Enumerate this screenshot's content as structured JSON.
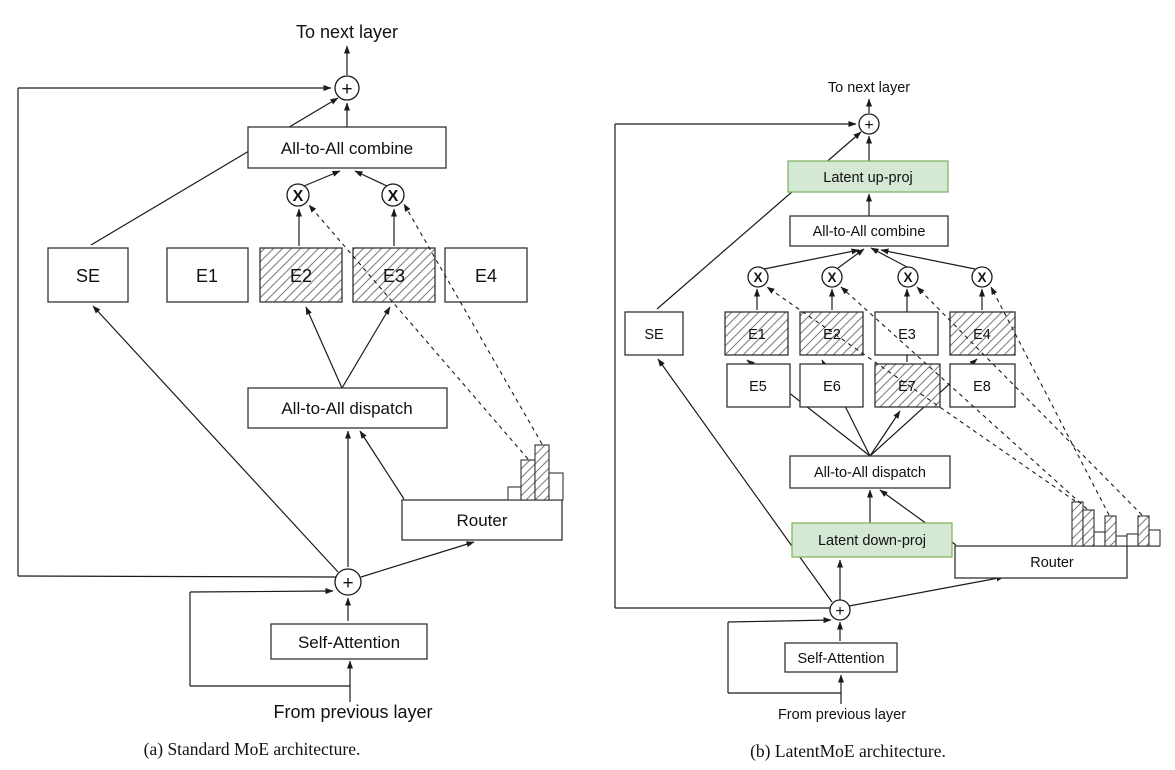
{
  "figure": {
    "colors": {
      "latent_fill": "#d5e8d4",
      "latent_stroke": "#82b366",
      "hatch_stroke": "#7a7a7a",
      "line": "#1a1a1a"
    },
    "panel_a": {
      "caption": "(a) Standard MoE architecture.",
      "to_label": "To next layer",
      "from_label": "From previous layer",
      "combine_label": "All-to-All combine",
      "dispatch_label": "All-to-All dispatch",
      "router_label": "Router",
      "self_attention_label": "Self-Attention",
      "shared_expert_label": "SE",
      "add_symbol": "+",
      "mul_symbol": "X",
      "experts": [
        {
          "label": "E1",
          "selected": false
        },
        {
          "label": "E2",
          "selected": true
        },
        {
          "label": "E3",
          "selected": true
        },
        {
          "label": "E4",
          "selected": false
        }
      ],
      "router_bars": [
        {
          "expert": "E1",
          "height": 13,
          "selected": false
        },
        {
          "expert": "E2",
          "height": 40,
          "selected": true
        },
        {
          "expert": "E3",
          "height": 55,
          "selected": true
        },
        {
          "expert": "E4",
          "height": 27,
          "selected": false
        }
      ]
    },
    "panel_b": {
      "caption": "(b) LatentMoE architecture.",
      "to_label": "To next layer",
      "from_label": "From previous layer",
      "latent_up_label": "Latent up-proj",
      "latent_down_label": "Latent down-proj",
      "combine_label": "All-to-All combine",
      "dispatch_label": "All-to-All dispatch",
      "router_label": "Router",
      "self_attention_label": "Self-Attention",
      "shared_expert_label": "SE",
      "add_symbol": "+",
      "mul_symbol": "X",
      "experts": [
        {
          "label": "E1",
          "selected": true
        },
        {
          "label": "E2",
          "selected": true
        },
        {
          "label": "E3",
          "selected": false
        },
        {
          "label": "E4",
          "selected": true
        },
        {
          "label": "E5",
          "selected": false
        },
        {
          "label": "E6",
          "selected": false
        },
        {
          "label": "E7",
          "selected": true
        },
        {
          "label": "E8",
          "selected": false
        }
      ],
      "router_bars": [
        {
          "expert": "E1",
          "height": 44,
          "selected": true
        },
        {
          "expert": "E2",
          "height": 36,
          "selected": true
        },
        {
          "expert": "E3",
          "height": 14,
          "selected": false
        },
        {
          "expert": "E4",
          "height": 30,
          "selected": true
        },
        {
          "expert": "E5",
          "height": 10,
          "selected": false
        },
        {
          "expert": "E6",
          "height": 12,
          "selected": false
        },
        {
          "expert": "E7",
          "height": 30,
          "selected": true
        },
        {
          "expert": "E8",
          "height": 16,
          "selected": false
        }
      ]
    }
  }
}
